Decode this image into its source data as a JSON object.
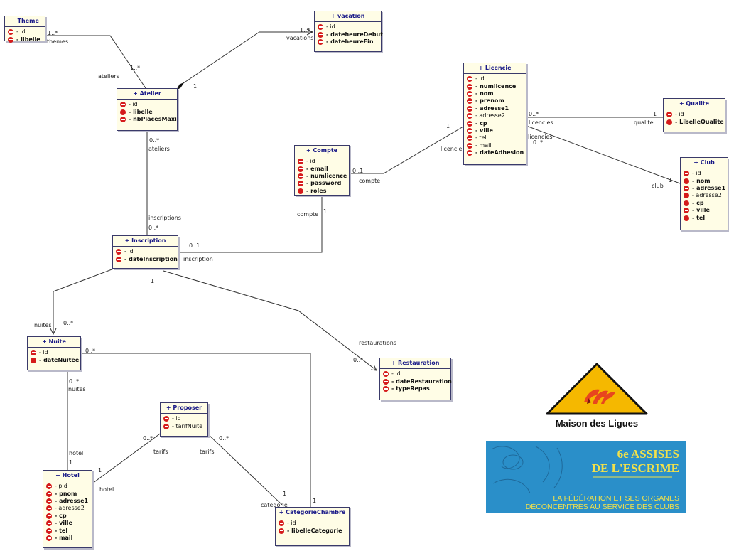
{
  "classes": [
    {
      "id": "theme",
      "title": "+ Theme",
      "attrs": [
        {
          "text": "- id",
          "bold": false
        },
        {
          "text": "- libelle",
          "bold": true
        }
      ]
    },
    {
      "id": "vacation",
      "title": "+ vacation",
      "attrs": [
        {
          "text": "- id",
          "bold": false
        },
        {
          "text": "- dateheureDebut",
          "bold": true
        },
        {
          "text": "- dateheureFin",
          "bold": true
        }
      ]
    },
    {
      "id": "atelier",
      "title": "+ Atelier",
      "attrs": [
        {
          "text": "- id",
          "bold": false
        },
        {
          "text": "- libelle",
          "bold": true
        },
        {
          "text": "- nbPlacesMaxi",
          "bold": true
        }
      ]
    },
    {
      "id": "licencie",
      "title": "+ Licencie",
      "attrs": [
        {
          "text": "- id",
          "bold": false
        },
        {
          "text": "- numlicence",
          "bold": true
        },
        {
          "text": "- nom",
          "bold": true
        },
        {
          "text": "- prenom",
          "bold": true
        },
        {
          "text": "- adresse1",
          "bold": true
        },
        {
          "text": "- adresse2",
          "bold": false
        },
        {
          "text": "- cp",
          "bold": true
        },
        {
          "text": "- ville",
          "bold": true
        },
        {
          "text": "- tel",
          "bold": false
        },
        {
          "text": "- mail",
          "bold": false
        },
        {
          "text": "- dateAdhesion",
          "bold": true
        }
      ]
    },
    {
      "id": "qualite",
      "title": "+ Qualite",
      "attrs": [
        {
          "text": "- id",
          "bold": false
        },
        {
          "text": "- LibelleQualite",
          "bold": true
        }
      ]
    },
    {
      "id": "club",
      "title": "+ Club",
      "attrs": [
        {
          "text": "- id",
          "bold": false
        },
        {
          "text": "- nom",
          "bold": true
        },
        {
          "text": "- adresse1",
          "bold": true
        },
        {
          "text": "- adresse2",
          "bold": false
        },
        {
          "text": "- cp",
          "bold": true
        },
        {
          "text": "- ville",
          "bold": true
        },
        {
          "text": "- tel",
          "bold": true
        }
      ]
    },
    {
      "id": "compte",
      "title": "+ Compte",
      "attrs": [
        {
          "text": "- id",
          "bold": false
        },
        {
          "text": "- email",
          "bold": true
        },
        {
          "text": "- numlicence",
          "bold": true
        },
        {
          "text": "- password",
          "bold": true
        },
        {
          "text": "- roles",
          "bold": true
        }
      ]
    },
    {
      "id": "inscription",
      "title": "+ Inscription",
      "attrs": [
        {
          "text": "- id",
          "bold": false
        },
        {
          "text": "- dateInscription",
          "bold": true
        }
      ]
    },
    {
      "id": "nuite",
      "title": "+ Nuite",
      "attrs": [
        {
          "text": "- id",
          "bold": false
        },
        {
          "text": "- dateNuitee",
          "bold": true
        }
      ]
    },
    {
      "id": "restauration",
      "title": "+ Restauration",
      "attrs": [
        {
          "text": "- id",
          "bold": false
        },
        {
          "text": "- dateRestauration",
          "bold": true
        },
        {
          "text": "- typeRepas",
          "bold": true
        }
      ]
    },
    {
      "id": "proposer",
      "title": "+ Proposer",
      "attrs": [
        {
          "text": "- id",
          "bold": false
        },
        {
          "text": "- tarifNuite",
          "bold": false
        }
      ]
    },
    {
      "id": "hotel",
      "title": "+ Hotel",
      "attrs": [
        {
          "text": "- pid",
          "bold": false
        },
        {
          "text": "- pnom",
          "bold": true
        },
        {
          "text": "- adresse1",
          "bold": true
        },
        {
          "text": "- adresse2",
          "bold": false
        },
        {
          "text": "- cp",
          "bold": true
        },
        {
          "text": "- ville",
          "bold": true
        },
        {
          "text": "- tel",
          "bold": true
        },
        {
          "text": "- mail",
          "bold": true
        }
      ]
    },
    {
      "id": "categorie",
      "title": "+ CategorieChambre",
      "attrs": [
        {
          "text": "- id",
          "bold": false
        },
        {
          "text": "- libelleCategorie",
          "bold": true
        }
      ]
    }
  ],
  "labels": [
    "1..*",
    "themes",
    "ateliers",
    "1..*",
    "1..*",
    "vacations",
    "1",
    "0..*",
    "ateliers",
    "inscriptions",
    "0..*",
    "0..1",
    "inscription",
    "compte",
    "1",
    "0..1",
    "compte",
    "licencie",
    "1",
    "0..*",
    "licencies",
    "1",
    "qualite",
    "licencies",
    "0..*",
    "1",
    "club",
    "1",
    "nuites",
    "0..*",
    "restaurations",
    "0..*",
    "0..*",
    "0..*",
    "nuites",
    "hotel",
    "1",
    "0..*",
    "tarifs",
    "1",
    "hotel",
    "0..*",
    "tarifs",
    "1",
    "categorie",
    "1"
  ],
  "logo": {
    "name": "Maison des Ligues"
  },
  "banner": {
    "line1": "6e ASSISES",
    "line2": "DE L'ESCRIME",
    "line3": "LA FÉDÉRATION ET SES ORGANES",
    "line4": "DÉCONCENTRÉS AU SERVICE DES CLUBS"
  }
}
